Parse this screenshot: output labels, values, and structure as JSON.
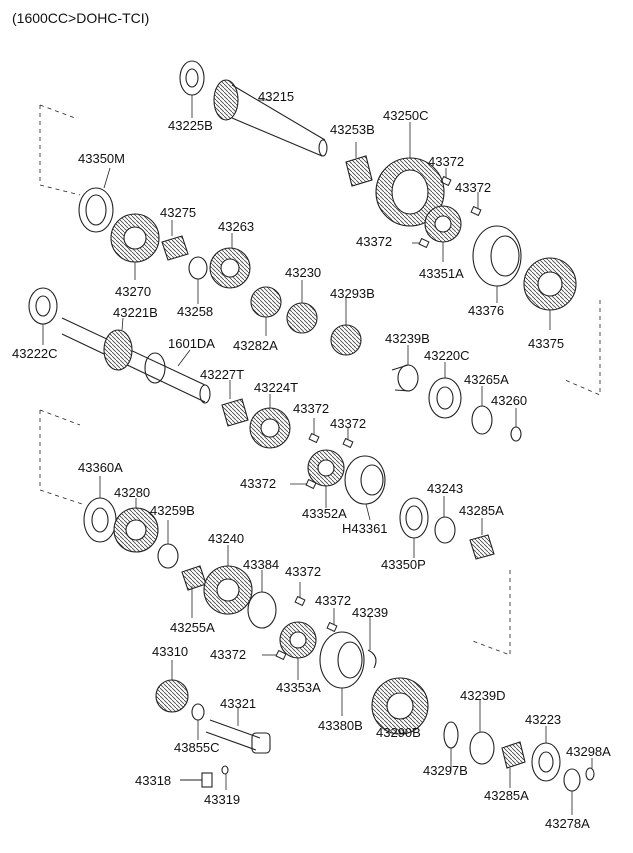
{
  "header": "(1600CC>DOHC-TCI)",
  "labels": [
    "43225B",
    "43215",
    "43253B",
    "43250C",
    "43350M",
    "43372",
    "43372",
    "43275",
    "43263",
    "43372",
    "43351A",
    "43270",
    "43258",
    "43230",
    "43376",
    "43375",
    "43222C",
    "43221B",
    "43282A",
    "43293B",
    "1601DA",
    "43239B",
    "43220C",
    "43265A",
    "43260",
    "43227T",
    "43224T",
    "43372",
    "43372",
    "43372",
    "43352A",
    "H43361",
    "43360A",
    "43280",
    "43259B",
    "43243",
    "43285A",
    "43240",
    "43350P",
    "43384",
    "43372",
    "43255A",
    "43372",
    "43239",
    "43372",
    "43353A",
    "43310",
    "43321",
    "43380B",
    "43239D",
    "43223",
    "43298A",
    "43855C",
    "43297B",
    "43290B",
    "43318",
    "43319",
    "43285A",
    "43278A"
  ]
}
